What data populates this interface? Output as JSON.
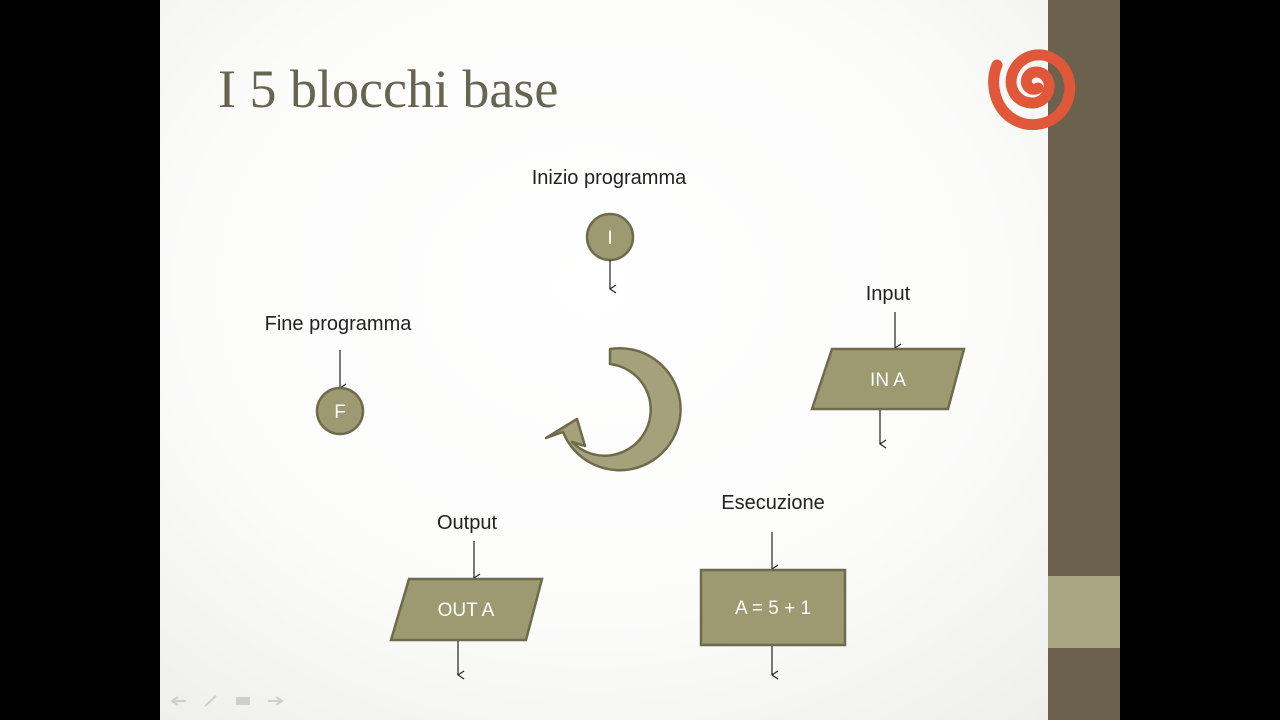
{
  "slide": {
    "title": "I 5 blocchi base",
    "colors": {
      "shape_fill": "#9d9a72",
      "shape_stroke": "#6e6b4d",
      "title": "#676550",
      "sidebar_dark": "#6b614d",
      "sidebar_light": "#a9a683",
      "logo": "#e0573a"
    },
    "logo_icon": "spiral-logo-icon",
    "blocks": {
      "start": {
        "label": "Inizio programma",
        "text": "I"
      },
      "end": {
        "label": "Fine programma",
        "text": "F"
      },
      "input": {
        "label": "Input",
        "text": "IN A"
      },
      "output": {
        "label": "Output",
        "text": "OUT A"
      },
      "process": {
        "label": "Esecuzione",
        "text": "A = 5 + 1"
      }
    },
    "center_icon": "cycle-arrow-icon",
    "nav_icons": [
      "back-icon",
      "pen-icon",
      "menu-icon",
      "forward-icon"
    ]
  }
}
